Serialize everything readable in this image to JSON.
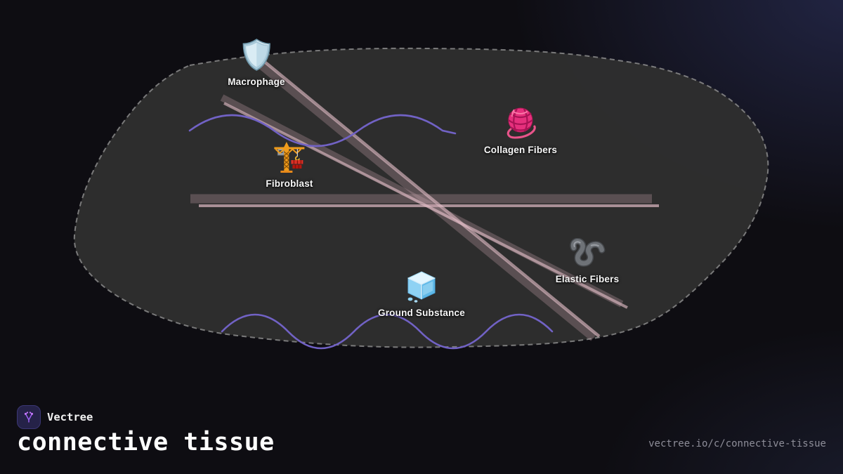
{
  "brand": {
    "name": "Vectree"
  },
  "title": "connective tissue",
  "url": "vectree.io/c/connective-tissue",
  "diagram": {
    "description": "connective tissue cell membrane blob with components",
    "nodes": [
      {
        "label": "Macrophage",
        "icon": "shield-icon"
      },
      {
        "label": "Collagen Fibers",
        "icon": "yarn-icon"
      },
      {
        "label": "Fibroblast",
        "icon": "crane-icon"
      },
      {
        "label": "Ground Substance",
        "icon": "ice-cube-icon"
      },
      {
        "label": "Elastic Fibers",
        "icon": "curly-loop-icon"
      }
    ],
    "colors": {
      "membrane_fill": "#2f2f2f",
      "membrane_dash": "#9a9a9a",
      "collagen_band": "rgba(195,158,168,0.30)",
      "collagen_line": "rgba(228,190,200,0.70)",
      "elastic_wave": "#7162c5",
      "accent_purple": "#9d5ff2"
    }
  }
}
